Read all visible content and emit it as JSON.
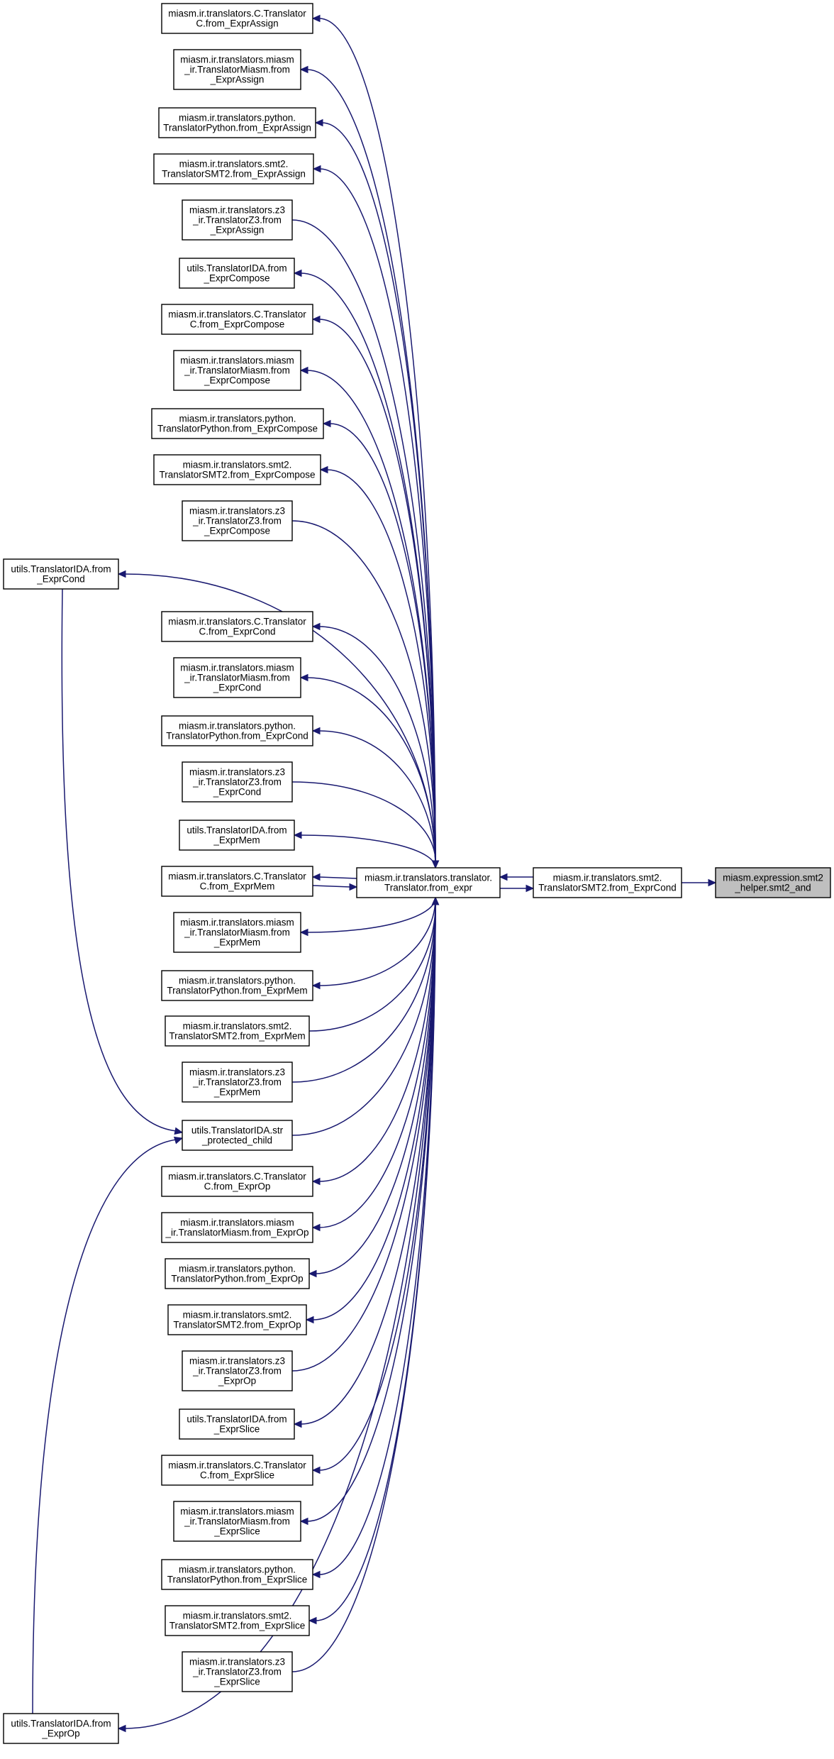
{
  "nodes": [
    {
      "id": "smt2_and",
      "lines": [
        "miasm.expression.smt2",
        "_helper.smt2_and"
      ],
      "root": true,
      "interactable": false
    },
    {
      "id": "smt2_fromcond_main",
      "lines": [
        "miasm.ir.translators.smt2.",
        "TranslatorSMT2.from_ExprCond"
      ],
      "interactable": true
    },
    {
      "id": "from_expr",
      "lines": [
        "miasm.ir.translators.translator.",
        "Translator.from_expr"
      ],
      "interactable": true
    },
    {
      "id": "c_assign",
      "lines": [
        "miasm.ir.translators.C.Translator",
        "C.from_ExprAssign"
      ],
      "interactable": true
    },
    {
      "id": "miasm_assign",
      "lines": [
        "miasm.ir.translators.miasm",
        "_ir.TranslatorMiasm.from",
        "_ExprAssign"
      ],
      "interactable": true
    },
    {
      "id": "python_assign",
      "lines": [
        "miasm.ir.translators.python.",
        "TranslatorPython.from_ExprAssign"
      ],
      "interactable": true
    },
    {
      "id": "smt2_assign",
      "lines": [
        "miasm.ir.translators.smt2.",
        "TranslatorSMT2.from_ExprAssign"
      ],
      "interactable": true
    },
    {
      "id": "z3_assign",
      "lines": [
        "miasm.ir.translators.z3",
        "_ir.TranslatorZ3.from",
        "_ExprAssign"
      ],
      "interactable": true
    },
    {
      "id": "ida_compose",
      "lines": [
        "utils.TranslatorIDA.from",
        "_ExprCompose"
      ],
      "interactable": true
    },
    {
      "id": "c_compose",
      "lines": [
        "miasm.ir.translators.C.Translator",
        "C.from_ExprCompose"
      ],
      "interactable": true
    },
    {
      "id": "miasm_compose",
      "lines": [
        "miasm.ir.translators.miasm",
        "_ir.TranslatorMiasm.from",
        "_ExprCompose"
      ],
      "interactable": true
    },
    {
      "id": "python_compose",
      "lines": [
        "miasm.ir.translators.python.",
        "TranslatorPython.from_ExprCompose"
      ],
      "interactable": true
    },
    {
      "id": "smt2_compose",
      "lines": [
        "miasm.ir.translators.smt2.",
        "TranslatorSMT2.from_ExprCompose"
      ],
      "interactable": true
    },
    {
      "id": "z3_compose",
      "lines": [
        "miasm.ir.translators.z3",
        "_ir.TranslatorZ3.from",
        "_ExprCompose"
      ],
      "interactable": true
    },
    {
      "id": "ida_cond",
      "lines": [
        "utils.TranslatorIDA.from",
        "_ExprCond"
      ],
      "interactable": true
    },
    {
      "id": "c_cond",
      "lines": [
        "miasm.ir.translators.C.Translator",
        "C.from_ExprCond"
      ],
      "interactable": true
    },
    {
      "id": "miasm_cond",
      "lines": [
        "miasm.ir.translators.miasm",
        "_ir.TranslatorMiasm.from",
        "_ExprCond"
      ],
      "interactable": true
    },
    {
      "id": "python_cond",
      "lines": [
        "miasm.ir.translators.python.",
        "TranslatorPython.from_ExprCond"
      ],
      "interactable": true
    },
    {
      "id": "z3_cond",
      "lines": [
        "miasm.ir.translators.z3",
        "_ir.TranslatorZ3.from",
        "_ExprCond"
      ],
      "interactable": true
    },
    {
      "id": "ida_mem",
      "lines": [
        "utils.TranslatorIDA.from",
        "_ExprMem"
      ],
      "interactable": true
    },
    {
      "id": "c_mem",
      "lines": [
        "miasm.ir.translators.C.Translator",
        "C.from_ExprMem"
      ],
      "interactable": true
    },
    {
      "id": "miasm_mem",
      "lines": [
        "miasm.ir.translators.miasm",
        "_ir.TranslatorMiasm.from",
        "_ExprMem"
      ],
      "interactable": true
    },
    {
      "id": "python_mem",
      "lines": [
        "miasm.ir.translators.python.",
        "TranslatorPython.from_ExprMem"
      ],
      "interactable": true
    },
    {
      "id": "smt2_mem",
      "lines": [
        "miasm.ir.translators.smt2.",
        "TranslatorSMT2.from_ExprMem"
      ],
      "interactable": true
    },
    {
      "id": "z3_mem",
      "lines": [
        "miasm.ir.translators.z3",
        "_ir.TranslatorZ3.from",
        "_ExprMem"
      ],
      "interactable": true
    },
    {
      "id": "ida_str",
      "lines": [
        "utils.TranslatorIDA.str",
        "_protected_child"
      ],
      "interactable": true
    },
    {
      "id": "c_op",
      "lines": [
        "miasm.ir.translators.C.Translator",
        "C.from_ExprOp"
      ],
      "interactable": true
    },
    {
      "id": "miasm_op",
      "lines": [
        "miasm.ir.translators.miasm",
        "_ir.TranslatorMiasm.from_ExprOp"
      ],
      "interactable": true
    },
    {
      "id": "python_op",
      "lines": [
        "miasm.ir.translators.python.",
        "TranslatorPython.from_ExprOp"
      ],
      "interactable": true
    },
    {
      "id": "smt2_op",
      "lines": [
        "miasm.ir.translators.smt2.",
        "TranslatorSMT2.from_ExprOp"
      ],
      "interactable": true
    },
    {
      "id": "z3_op",
      "lines": [
        "miasm.ir.translators.z3",
        "_ir.TranslatorZ3.from",
        "_ExprOp"
      ],
      "interactable": true
    },
    {
      "id": "ida_slice",
      "lines": [
        "utils.TranslatorIDA.from",
        "_ExprSlice"
      ],
      "interactable": true
    },
    {
      "id": "c_slice",
      "lines": [
        "miasm.ir.translators.C.Translator",
        "C.from_ExprSlice"
      ],
      "interactable": true
    },
    {
      "id": "miasm_slice",
      "lines": [
        "miasm.ir.translators.miasm",
        "_ir.TranslatorMiasm.from",
        "_ExprSlice"
      ],
      "interactable": true
    },
    {
      "id": "python_slice",
      "lines": [
        "miasm.ir.translators.python.",
        "TranslatorPython.from_ExprSlice"
      ],
      "interactable": true
    },
    {
      "id": "smt2_slice",
      "lines": [
        "miasm.ir.translators.smt2.",
        "TranslatorSMT2.from_ExprSlice"
      ],
      "interactable": true
    },
    {
      "id": "z3_slice",
      "lines": [
        "miasm.ir.translators.z3",
        "_ir.TranslatorZ3.from",
        "_ExprSlice"
      ],
      "interactable": true
    },
    {
      "id": "ida_op",
      "lines": [
        "utils.TranslatorIDA.from",
        "_ExprOp"
      ],
      "interactable": true
    }
  ],
  "edges": [
    {
      "from": "smt2_fromcond_main",
      "to": "smt2_and"
    },
    {
      "from": "from_expr",
      "to": "smt2_fromcond_main"
    },
    {
      "from": "smt2_fromcond_main",
      "to": "from_expr"
    },
    {
      "from": "from_expr",
      "to": "c_assign"
    },
    {
      "from": "from_expr",
      "to": "miasm_assign"
    },
    {
      "from": "from_expr",
      "to": "python_assign"
    },
    {
      "from": "from_expr",
      "to": "smt2_assign"
    },
    {
      "from": "z3_assign",
      "to": "from_expr"
    },
    {
      "from": "from_expr",
      "to": "ida_compose"
    },
    {
      "from": "from_expr",
      "to": "c_compose"
    },
    {
      "from": "from_expr",
      "to": "miasm_compose"
    },
    {
      "from": "from_expr",
      "to": "python_compose"
    },
    {
      "from": "from_expr",
      "to": "smt2_compose"
    },
    {
      "from": "z3_compose",
      "to": "from_expr"
    },
    {
      "from": "from_expr",
      "to": "ida_cond"
    },
    {
      "from": "from_expr",
      "to": "c_cond"
    },
    {
      "from": "from_expr",
      "to": "miasm_cond"
    },
    {
      "from": "from_expr",
      "to": "python_cond"
    },
    {
      "from": "z3_cond",
      "to": "from_expr"
    },
    {
      "from": "from_expr",
      "to": "ida_mem"
    },
    {
      "from": "from_expr",
      "to": "c_mem"
    },
    {
      "from": "c_mem",
      "to": "from_expr"
    },
    {
      "from": "from_expr",
      "to": "miasm_mem"
    },
    {
      "from": "from_expr",
      "to": "python_mem"
    },
    {
      "from": "smt2_mem",
      "to": "from_expr"
    },
    {
      "from": "z3_mem",
      "to": "from_expr"
    },
    {
      "from": "ida_str",
      "to": "from_expr"
    },
    {
      "from": "from_expr",
      "to": "c_op"
    },
    {
      "from": "from_expr",
      "to": "miasm_op"
    },
    {
      "from": "from_expr",
      "to": "python_op"
    },
    {
      "from": "from_expr",
      "to": "smt2_op"
    },
    {
      "from": "z3_op",
      "to": "from_expr"
    },
    {
      "from": "from_expr",
      "to": "ida_slice"
    },
    {
      "from": "from_expr",
      "to": "c_slice"
    },
    {
      "from": "from_expr",
      "to": "miasm_slice"
    },
    {
      "from": "from_expr",
      "to": "python_slice"
    },
    {
      "from": "from_expr",
      "to": "smt2_slice"
    },
    {
      "from": "z3_slice",
      "to": "from_expr"
    },
    {
      "from": "from_expr",
      "to": "ida_op"
    },
    {
      "from": "ida_cond",
      "to": "ida_str"
    },
    {
      "from": "ida_op",
      "to": "ida_str"
    }
  ],
  "colors": {
    "edge": "#191970",
    "root_fill": "#bfbfbf",
    "node_fill": "#ffffff",
    "node_border": "#000000"
  }
}
